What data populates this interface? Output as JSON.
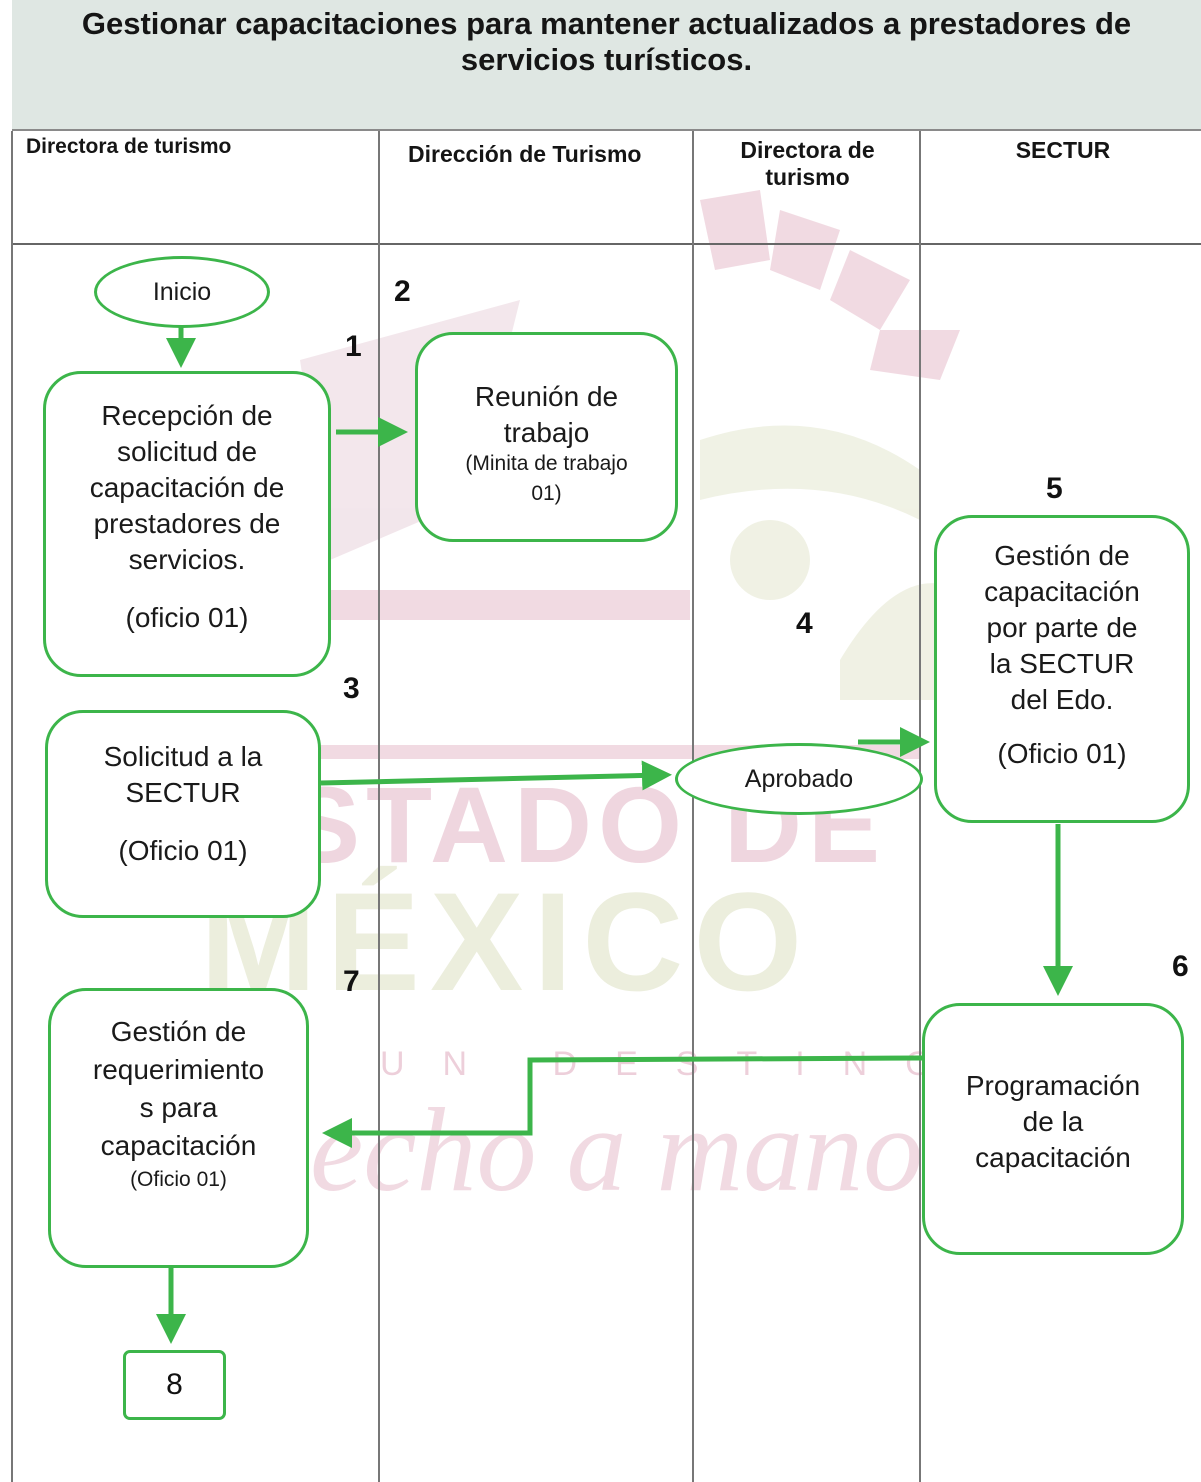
{
  "title": "Gestionar capacitaciones para mantener actualizados a prestadores de servicios turísticos.",
  "lanes": [
    {
      "label": "Directora de turismo"
    },
    {
      "label": "Dirección de Turismo"
    },
    {
      "label": "Directora de turismo"
    },
    {
      "label": "SECTUR"
    }
  ],
  "start": {
    "label": "Inicio"
  },
  "steps": [
    {
      "number": "1",
      "text": "Recepción de solicitud de capacitación de prestadores de servicios.",
      "ref": "(oficio 01)"
    },
    {
      "number": "2",
      "text": "Reunión de trabajo",
      "ref": "(Minita de trabajo 01)"
    },
    {
      "number": "3",
      "text": "Solicitud a la SECTUR",
      "ref": "(Oficio 01)"
    },
    {
      "number": "4",
      "text": "Aprobado"
    },
    {
      "number": "5",
      "text": "Gestión de capacitación por parte de la SECTUR del Edo.",
      "ref": "(Oficio 01)"
    },
    {
      "number": "6",
      "text": "Programación de la capacitación"
    },
    {
      "number": "7",
      "text": "Gestión de requerimiento s para capacitación",
      "ref": "(Oficio 01)"
    }
  ],
  "end_connector": {
    "label": "8"
  },
  "watermark": {
    "line1": "ESTADO DE",
    "line2": "MÉXICO",
    "line3": "UN DESTINO",
    "line4": "hecho a mano"
  },
  "colors": {
    "arrow": "#3cb54a",
    "header_bg": "#dfe7e3",
    "watermark_pink": "#e6bccb",
    "watermark_olive": "#e4e7cf"
  }
}
